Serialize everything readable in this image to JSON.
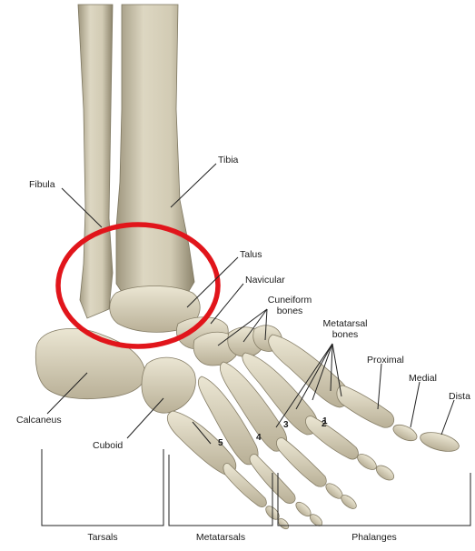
{
  "labels": {
    "fibula": "Fibula",
    "tibia": "Tibia",
    "talus": "Talus",
    "navicular": "Navicular",
    "cuneiform_line1": "Cuneiform",
    "cuneiform_line2": "bones",
    "metatarsal_line1": "Metatarsal",
    "metatarsal_line2": "bones",
    "proximal": "Proximal",
    "medial": "Medial",
    "distal": "Dista",
    "calcaneus": "Calcaneus",
    "cuboid": "Cuboid",
    "num_1": "1",
    "num_2": "2",
    "num_3": "3",
    "num_4": "4",
    "num_5": "5"
  },
  "groups": {
    "tarsals": "Tarsals",
    "metatarsals": "Metatarsals",
    "phalanges": "Phalanges"
  },
  "colors": {
    "bone": "#ddd7c2",
    "bone_shadow": "#a89f86",
    "highlight_ring": "#e1151b",
    "leader_line": "#222222"
  }
}
